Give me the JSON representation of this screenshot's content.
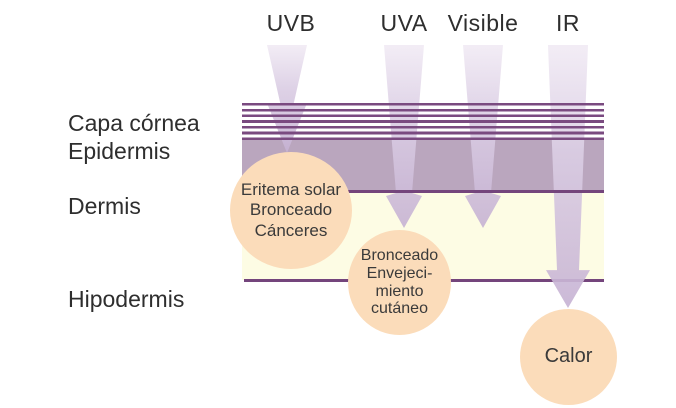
{
  "radiation": [
    {
      "label": "UVB"
    },
    {
      "label": "UVA"
    },
    {
      "label": "Visible"
    },
    {
      "label": "IR"
    }
  ],
  "layers": [
    {
      "label": "Capa córnea"
    },
    {
      "label": "Epidermis"
    },
    {
      "label": "Dermis"
    },
    {
      "label": "Hipodermis"
    }
  ],
  "effects": {
    "uvb": {
      "line1": "Eritema solar",
      "line2": "Bronceado",
      "line3": "Cánceres"
    },
    "uva": {
      "line1": "Bronceado",
      "line2": "Envejeci-",
      "line3": "miento",
      "line4": "cutáneo"
    },
    "ir": {
      "line1": "Calor"
    }
  },
  "colors": {
    "stripe_line": "#7a4a80",
    "boundary_line": "#74457c",
    "epidermis_band": "#baa6be",
    "dermis_band": "#fdfce4",
    "beam_lavender": "#c6b2d3",
    "bubble_peach": "#fbdcba",
    "text": "#2e2e2e"
  }
}
